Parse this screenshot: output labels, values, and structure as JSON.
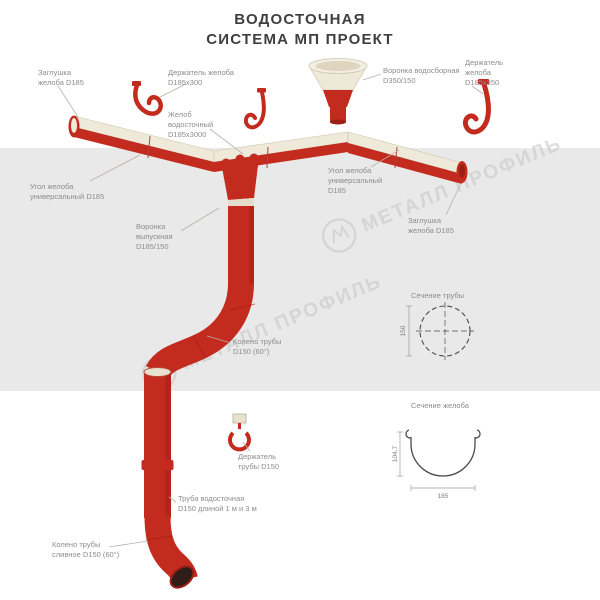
{
  "title": {
    "text": "ВОДОСТОЧНАЯ\nСИСТЕМА МП ПРОЕКТ"
  },
  "watermark": {
    "text": "МЕТАЛЛ ПРОФИЛЬ"
  },
  "labels": {
    "cap_left": "Заглушка\nжелоба D185",
    "gutter_holder_300": "Держатель желоба\nD185х300",
    "collector_funnel": "Воронка водосборная\nD350/150",
    "gutter_holder_350": "Держатель\nжелоба\nD185х350",
    "gutter": "Желоб\nводосточный\nD185х3000",
    "corner_left": "Угол желоба\nуниверсальный D185",
    "corner_right": "Угол желоба\nуниверсальный\nD185",
    "cap_right": "Заглушка\nжелоба D185",
    "outlet_funnel": "Воронка\nвыпускная\nD185/150",
    "pipe_elbow": "Колено трубы\nD150 (60°)",
    "pipe_section": "Сечение трубы",
    "pipe_holder": "Держатель\nтрубы D150",
    "gutter_section": "Сечение желоба",
    "downpipe": "Труба водосточная\nD150 длиной 1 м и 3 м",
    "drain_elbow": "Колено трубы\nсливное D150 (60°)"
  },
  "dimensions": {
    "pipe_diameter": "150",
    "gutter_width": "185",
    "gutter_depth": "104,7"
  },
  "colors": {
    "red": "#c32b1e",
    "red_dark": "#9c1f15",
    "cream": "#efe9da",
    "band": "#e9e9e9",
    "label_text": "#8c8c8c",
    "title_text": "#3f3f3f",
    "watermark": "#c9c9c9"
  }
}
